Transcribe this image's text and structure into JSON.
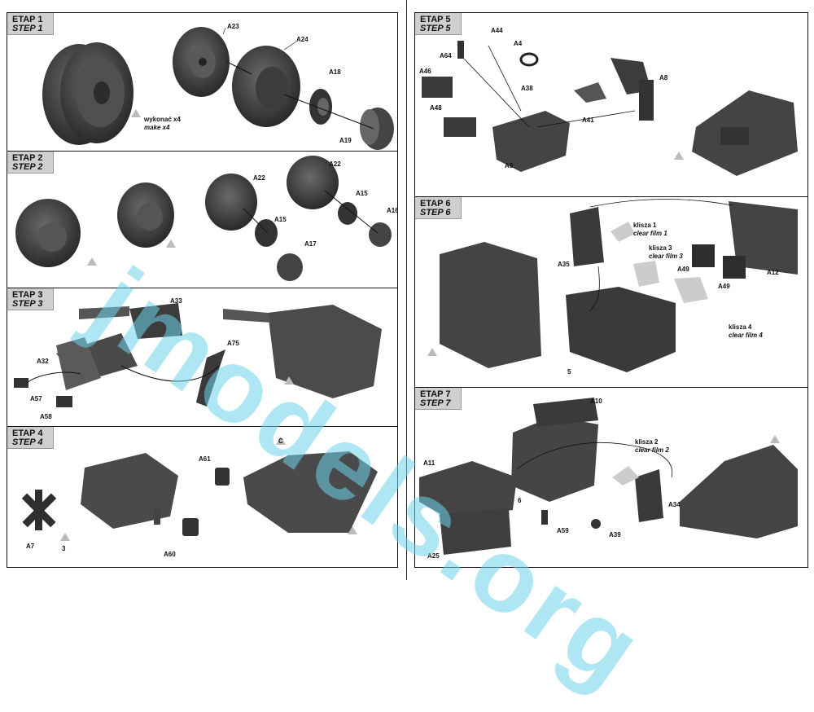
{
  "steps": [
    {
      "etap": "ETAP 1",
      "step": "STEP 1"
    },
    {
      "etap": "ETAP 2",
      "step": "STEP 2"
    },
    {
      "etap": "ETAP 3",
      "step": "STEP 3"
    },
    {
      "etap": "ETAP 4",
      "step": "STEP 4"
    },
    {
      "etap": "ETAP 5",
      "step": "STEP 5"
    },
    {
      "etap": "ETAP 6",
      "step": "STEP 6"
    },
    {
      "etap": "ETAP 7",
      "step": "STEP 7"
    }
  ],
  "step1": {
    "parts": [
      "A23",
      "A24",
      "A18",
      "A19"
    ],
    "note_pl": "wykonać x4",
    "note_en": "make x4"
  },
  "step2": {
    "parts": [
      "A22",
      "A22",
      "A15",
      "A15",
      "A16",
      "A17"
    ]
  },
  "step3": {
    "parts": [
      "A33",
      "A32",
      "A75",
      "A57",
      "A58"
    ]
  },
  "step4": {
    "parts": [
      "A61",
      "A7",
      "A60"
    ],
    "markers": [
      "3",
      "C"
    ]
  },
  "step5": {
    "parts": [
      "A44",
      "A64",
      "A4",
      "A46",
      "A38",
      "A8",
      "A48",
      "A41",
      "A9"
    ]
  },
  "step6": {
    "parts": [
      "A35",
      "A49",
      "A49",
      "A12"
    ],
    "marker": "5",
    "films": [
      {
        "pl": "klisza 1",
        "en": "clear film 1"
      },
      {
        "pl": "klisza 3",
        "en": "clear film 3"
      },
      {
        "pl": "klisza 4",
        "en": "clear film 4"
      }
    ]
  },
  "step7": {
    "parts": [
      "A10",
      "A11",
      "A34",
      "A59",
      "A39",
      "A25"
    ],
    "marker": "6",
    "films": [
      {
        "pl": "klisza 2",
        "en": "clear film 2"
      }
    ]
  },
  "watermark": "jmodels.org"
}
